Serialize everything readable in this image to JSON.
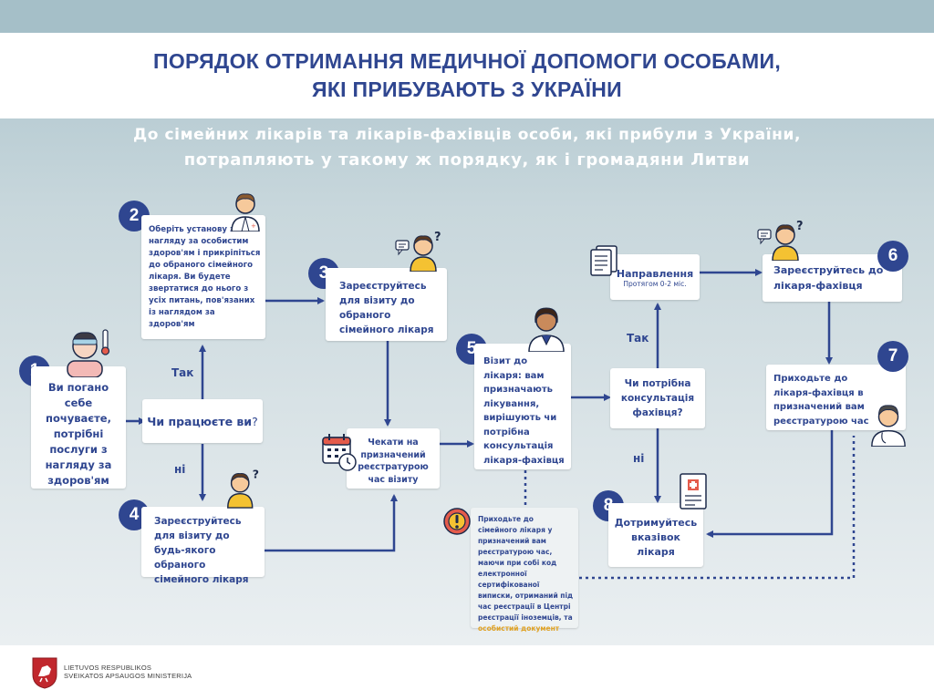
{
  "title": {
    "line1": "ПОРЯДОК ОТРИМАННЯ МЕДИЧНОЇ ДОПОМОГИ ОСОБАМИ,",
    "line2": "ЯКІ ПРИБУВАЮТЬ З УКРАЇНИ"
  },
  "subtitle": {
    "line1": "До сімейних лікарів та лікарів-фахівців особи, які прибули з України,",
    "line2": "потрапляють у такому ж порядку, як і громадяни Литви"
  },
  "steps": {
    "s1": {
      "num": "1",
      "text": "Ви погано себе почуваєте, потрібні послуги з нагляду за здоров'ям"
    },
    "q1": {
      "text_a": "Чи працюєте ви",
      "text_b": "?"
    },
    "s2": {
      "num": "2",
      "text": "Оберіть установу з нагляду за особистим здоров'ям і прикріпіться до обраного сімейного лікаря. Ви будете звертатися до нього з усіх питань, пов'язаних із наглядом за здоров'ям"
    },
    "s3": {
      "num": "3",
      "text": "Зареєструйтесь для візиту до обраного сімейного лікаря"
    },
    "s4": {
      "num": "4",
      "text": "Зареєструйтесь для візиту до будь-якого обраного сімейного лікаря"
    },
    "wait": {
      "text": "Чекати на призначений реєстратурою час візиту"
    },
    "s5": {
      "num": "5",
      "text": "Візит до лікаря: вам призначають лікування, вирішують чи потрібна консультація лікаря-фахівця"
    },
    "q2": {
      "text": "Чи потрібна консультація фахівця?"
    },
    "ref": {
      "title": "Направлення",
      "sub": "Протягом 0-2 міс."
    },
    "s6": {
      "num": "6",
      "text": "Зареєструйтесь до лікаря-фахівця"
    },
    "s7": {
      "num": "7",
      "text": "Приходьте до лікаря-фахівця в призначений вам реєстратурою час"
    },
    "s8": {
      "num": "8",
      "text": "Дотримуйтесь вказівок лікаря"
    },
    "note": {
      "text": "Приходьте до сімейного лікаря у призначений вам реєстратурою час, маючи при собі код електронної сертифікованої виписки, отриманий під час реєстрації в Центрі реєстрації іноземців, та",
      "highlight": "особистий документ"
    }
  },
  "labels": {
    "yes1": "Так",
    "no1": "ні",
    "yes2": "Так",
    "no2": "ні"
  },
  "footer": {
    "line1": "LIETUVOS RESPUBLIKOS",
    "line2": "SVEIKATOS APSAUGOS MINISTERIJA"
  },
  "colors": {
    "navy": "#2f4690",
    "highlight": "#e0a224",
    "white": "#ffffff"
  },
  "icons": [
    "sick-person-icon",
    "doctor-icon",
    "person-question-icon",
    "calendar-icon",
    "document-icon",
    "medical-form-icon",
    "warning-icon",
    "coat-of-arms-icon"
  ]
}
